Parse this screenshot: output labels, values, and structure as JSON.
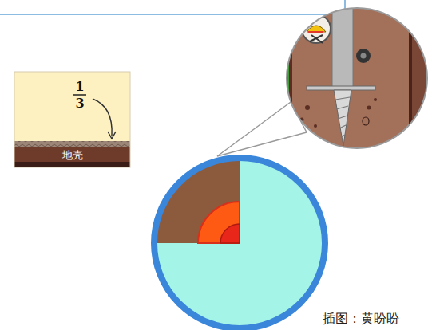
{
  "diagram": {
    "nodes": [
      {
        "text": [
          "地壳"
        ]
      }
    ],
    "labels": [
      "1",
      "3",
      "插图：黄盼盼"
    ]
  }
}
